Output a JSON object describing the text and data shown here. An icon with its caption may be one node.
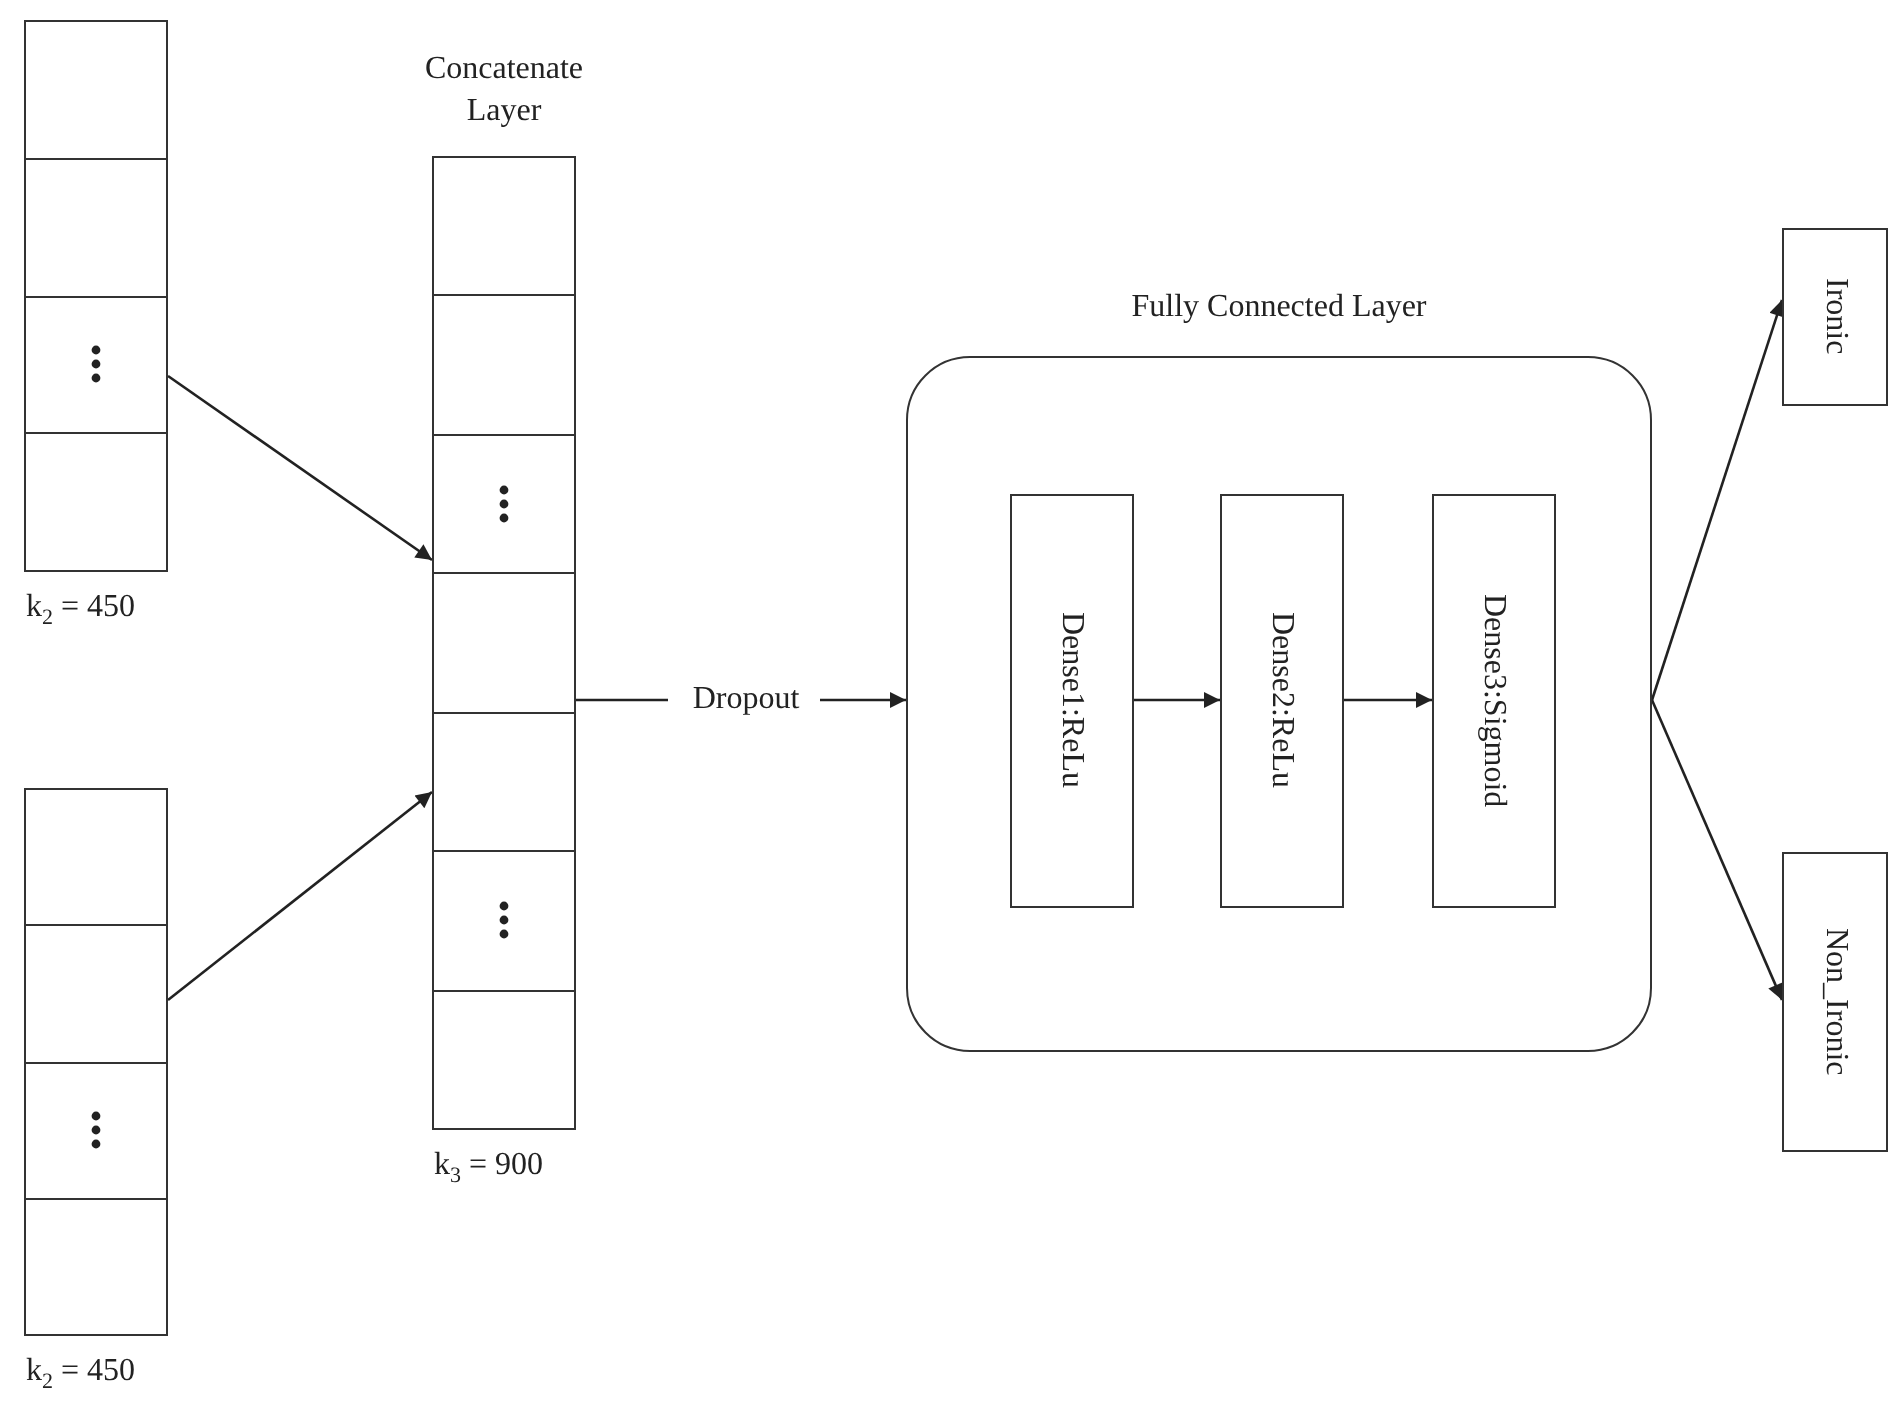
{
  "diagram": {
    "nodes": [
      {
        "text": [],
        "shape": "bar",
        "beside": [
          "k$_{2}$ = 450"
        ]
      },
      {
        "text": [],
        "shape": "bar",
        "beside": [
          "k$_{2}$ = 450"
        ]
      },
      {
        "text": [
          "Concatenate Layer"
        ],
        "beside": [
          "k$_{3}$ = 900"
        ]
      },
      {
        "text": [
          "Dropout"
        ]
      },
      {
        "text": [
          "Fully Connected Layer"
        ]
      },
      {
        "text": [
          "Dense1:ReLu"
        ],
        "in": 4
      },
      {
        "text": [
          "Dense2:ReLu"
        ],
        "in": 4
      },
      {
        "text": [
          "Dense3:Sigmoid"
        ],
        "in": 4
      },
      {
        "text": [
          "Ironic"
        ]
      },
      {
        "text": [
          "Non_Ironic"
        ]
      }
    ],
    "edges": [
      {
        "from": 0,
        "to": 2,
        "arrow": "to"
      },
      {
        "from": 1,
        "to": 2,
        "arrow": "to"
      },
      {
        "from": 2,
        "to": 3,
        "arrow": "none"
      },
      {
        "from": 3,
        "to": 4,
        "arrow": "to"
      },
      {
        "from": 5,
        "to": 6,
        "arrow": "to"
      },
      {
        "from": 6,
        "to": 7,
        "arrow": "to"
      },
      {
        "from": 4,
        "to": 8,
        "arrow": "to"
      },
      {
        "from": 4,
        "to": 9,
        "arrow": "to"
      }
    ]
  }
}
